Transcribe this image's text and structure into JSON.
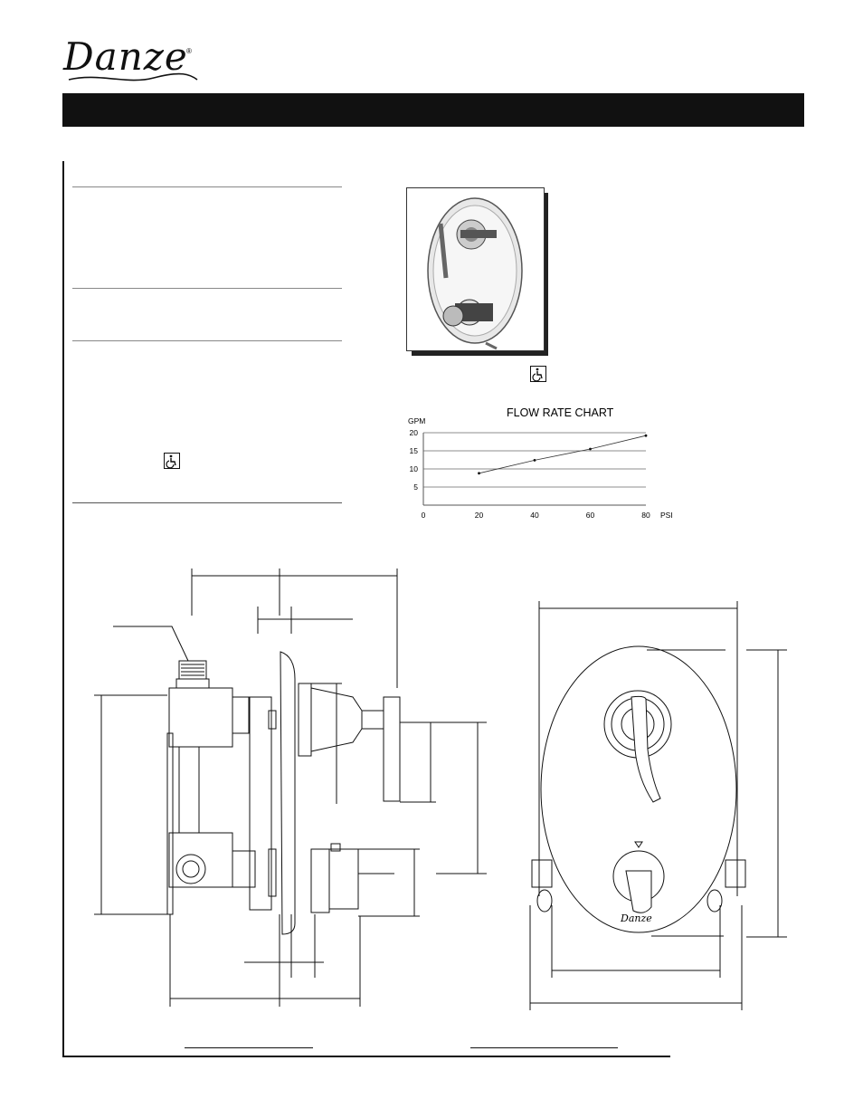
{
  "brand": {
    "logo_text": "Danze",
    "registered_mark": "®"
  },
  "icons": {
    "accessibility_badge_photo": "wheelchair-icon",
    "accessibility_badge_left": "wheelchair-icon",
    "drawing_logo_text": "Danze"
  },
  "colors": {
    "banner": "#111111",
    "rule": "#888888"
  },
  "chart_data": {
    "type": "line",
    "title": "FLOW RATE CHART",
    "ylabel": "GPM",
    "xlabel": "PSI",
    "x_ticks": [
      "0",
      "20",
      "40",
      "60",
      "80"
    ],
    "y_ticks": [
      "5",
      "10",
      "15",
      "20"
    ],
    "xlim": [
      0,
      80
    ],
    "ylim": [
      0,
      20
    ],
    "grid": true,
    "series": [
      {
        "x": [
          20,
          40,
          60,
          80
        ],
        "values": [
          8.8,
          12.4,
          15.5,
          19.2
        ]
      }
    ]
  }
}
